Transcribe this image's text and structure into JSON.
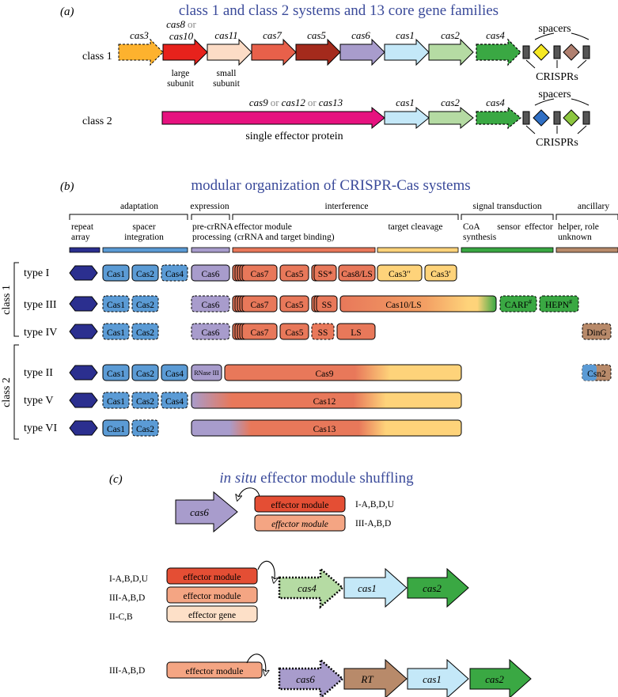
{
  "panel_a": {
    "letter": "(a)",
    "title": "class 1 and class 2 systems and 13 core gene families",
    "class1_label": "class 1",
    "class2_label": "class 2",
    "genes": {
      "cas3": "cas3",
      "cas8": "cas8",
      "or": "or",
      "cas10": "cas10",
      "cas11": "cas11",
      "cas7": "cas7",
      "cas5": "cas5",
      "cas6": "cas6",
      "cas1": "cas1",
      "cas2": "cas2",
      "cas4": "cas4",
      "cas9": "cas9",
      "cas12": "cas12",
      "cas13": "cas13"
    },
    "large": "large",
    "large2": "subunit",
    "small": "small",
    "small2": "subunit",
    "spacers": "spacers",
    "crisprs": "CRISPRs",
    "single_effector": "single effector protein"
  },
  "panel_b": {
    "letter": "(b)",
    "title": "modular organization of CRISPR-Cas systems",
    "stages": {
      "adaptation": "adaptation",
      "expression": "expression",
      "interference": "interference",
      "signal": "signal transduction",
      "ancillary": "ancillary"
    },
    "sub": {
      "repeat1": "repeat",
      "repeat2": "array",
      "spacer1": "spacer",
      "spacer2": "integration",
      "pre1": "pre-crRNA",
      "pre2": "processing",
      "eff1": "effector module",
      "eff2": "(crRNA and target binding)",
      "target": "target cleavage",
      "coa1": "CoA",
      "coa2": "synthesis",
      "sensor": "sensor",
      "effector": "effector",
      "helper1": "helper, role",
      "helper2": "unknown"
    },
    "class1": "class 1",
    "class2": "class 2",
    "types": {
      "t1": "type I",
      "t3": "type III",
      "t4": "type IV",
      "t2": "type II",
      "t5": "type V",
      "t6": "type VI"
    },
    "proteins": {
      "cas1": "Cas1",
      "cas2": "Cas2",
      "cas4": "Cas4",
      "cas6": "Cas6",
      "cas7": "Cas7",
      "cas5": "Cas5",
      "ss_star": "SS*",
      "ss": "SS",
      "cas8ls": "Cas8/LS",
      "cas3pp": "Cas3′′",
      "cas3p": "Cas3′",
      "cas10ls": "Cas10/LS",
      "carf": "CARF",
      "hepn": "HEPN",
      "hash": "#",
      "ls": "LS",
      "ding": "DinG",
      "rnase": "RNase III",
      "cas9": "Cas9",
      "csn2": "Csn2",
      "cas12": "Cas12",
      "cas13": "Cas13"
    }
  },
  "panel_c": {
    "letter": "(c)",
    "title_italic": "in situ",
    "title_rest": " effector module shuffling",
    "cas6": "cas6",
    "effector_module": "effector module",
    "effector_gene": "effector gene",
    "lab_i": "I-A,B,D,U",
    "lab_iii": "III-A,B,D",
    "lab_ii": "II-C,B",
    "cas4": "cas4",
    "cas1": "cas1",
    "cas2": "cas2",
    "rt": "RT"
  },
  "colors": {
    "title_blue": "#3a4a9a",
    "repeat_navy": "#2b2f8f",
    "adaptation_blue": "#5b9bd5",
    "expression_lilac": "#a89ccc",
    "interference_salmon": "#e8785a",
    "target_yellow": "#fed37a",
    "signal_green": "#3aa843",
    "ancillary_brown": "#b88a6a"
  }
}
